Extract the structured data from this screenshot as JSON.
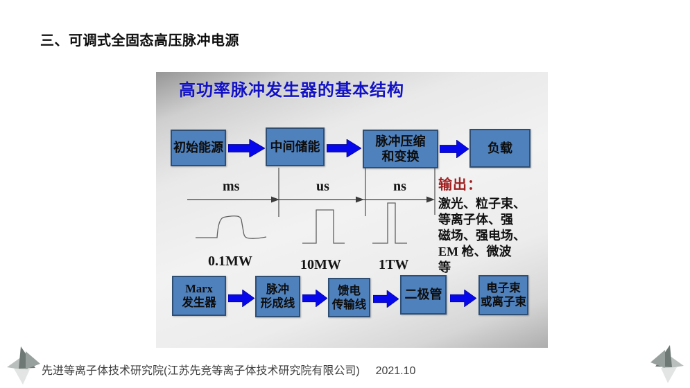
{
  "slide": {
    "title": "三、可调式全固态高压脉冲电源",
    "footer": "先进等离子体技术研究院(江苏先竞等离子体技术研究院有限公司)",
    "footer_date": "2021.10"
  },
  "panel": {
    "title": "高功率脉冲发生器的基本结构"
  },
  "flow_top": {
    "boxes": [
      "初始能源",
      "中间储能",
      "脉冲压缩\n和变换",
      "负载"
    ]
  },
  "timeline": {
    "segments": [
      "ms",
      "us",
      "ns"
    ],
    "powers": [
      "0.1MW",
      "10MW",
      "1TW"
    ]
  },
  "output": {
    "heading": "输出：",
    "body": "激光、粒子束、\n等离子体、强\n磁场、强电场、\nEM 枪、微波\n等"
  },
  "flow_bottom": {
    "boxes": [
      "Marx\n发生器",
      "脉冲\n形成线",
      "馈电\n传输线",
      "二极管",
      "电子束\n或离子束"
    ]
  },
  "colors": {
    "box_fill": "#4f81bd",
    "box_border": "#2f4e74",
    "arrow_blue": "#0707ec",
    "panel_title_blue": "#1212c4",
    "output_red": "#a01f1f",
    "waveform_gray": "#5f5f5f",
    "decoration_gray": "#8d958f"
  }
}
